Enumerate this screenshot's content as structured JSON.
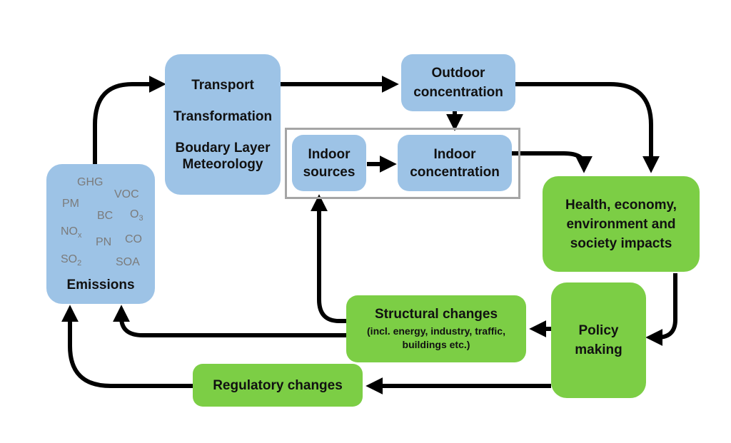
{
  "nodes": {
    "transport": {
      "lines": [
        "Transport",
        "Transformation",
        "Boudary Layer",
        "Meteorology"
      ]
    },
    "outdoor": {
      "lines": [
        "Outdoor",
        "concentration"
      ]
    },
    "indoor_sources": {
      "lines": [
        "Indoor",
        "sources"
      ]
    },
    "indoor_conc": {
      "lines": [
        "Indoor",
        "concentration"
      ]
    },
    "impacts": {
      "lines": [
        "Health, economy,",
        "environment and",
        "society impacts"
      ]
    },
    "policy": {
      "lines": [
        "Policy",
        "making"
      ]
    },
    "structural": {
      "title": "Structural changes",
      "sub_lines": [
        "(incl. energy, industry, traffic,",
        "buildings etc.)"
      ]
    },
    "regulatory": {
      "label": "Regulatory changes"
    },
    "emissions": {
      "label": "Emissions",
      "pollutants": {
        "ghg": "GHG",
        "voc": "VOC",
        "pm": "PM",
        "bc": "BC",
        "o3": {
          "base": "O",
          "sub": "3"
        },
        "nox": {
          "base": "NO",
          "sub": "x"
        },
        "co": "CO",
        "pn": "PN",
        "so2": {
          "base": "SO",
          "sub": "2"
        },
        "soa": "SOA"
      }
    }
  },
  "colors": {
    "blue": "#9dc3e6",
    "green": "#7cce45",
    "arrow": "#000000",
    "frame": "#a5a5a5",
    "pollutant_text": "#7b7b7b"
  }
}
